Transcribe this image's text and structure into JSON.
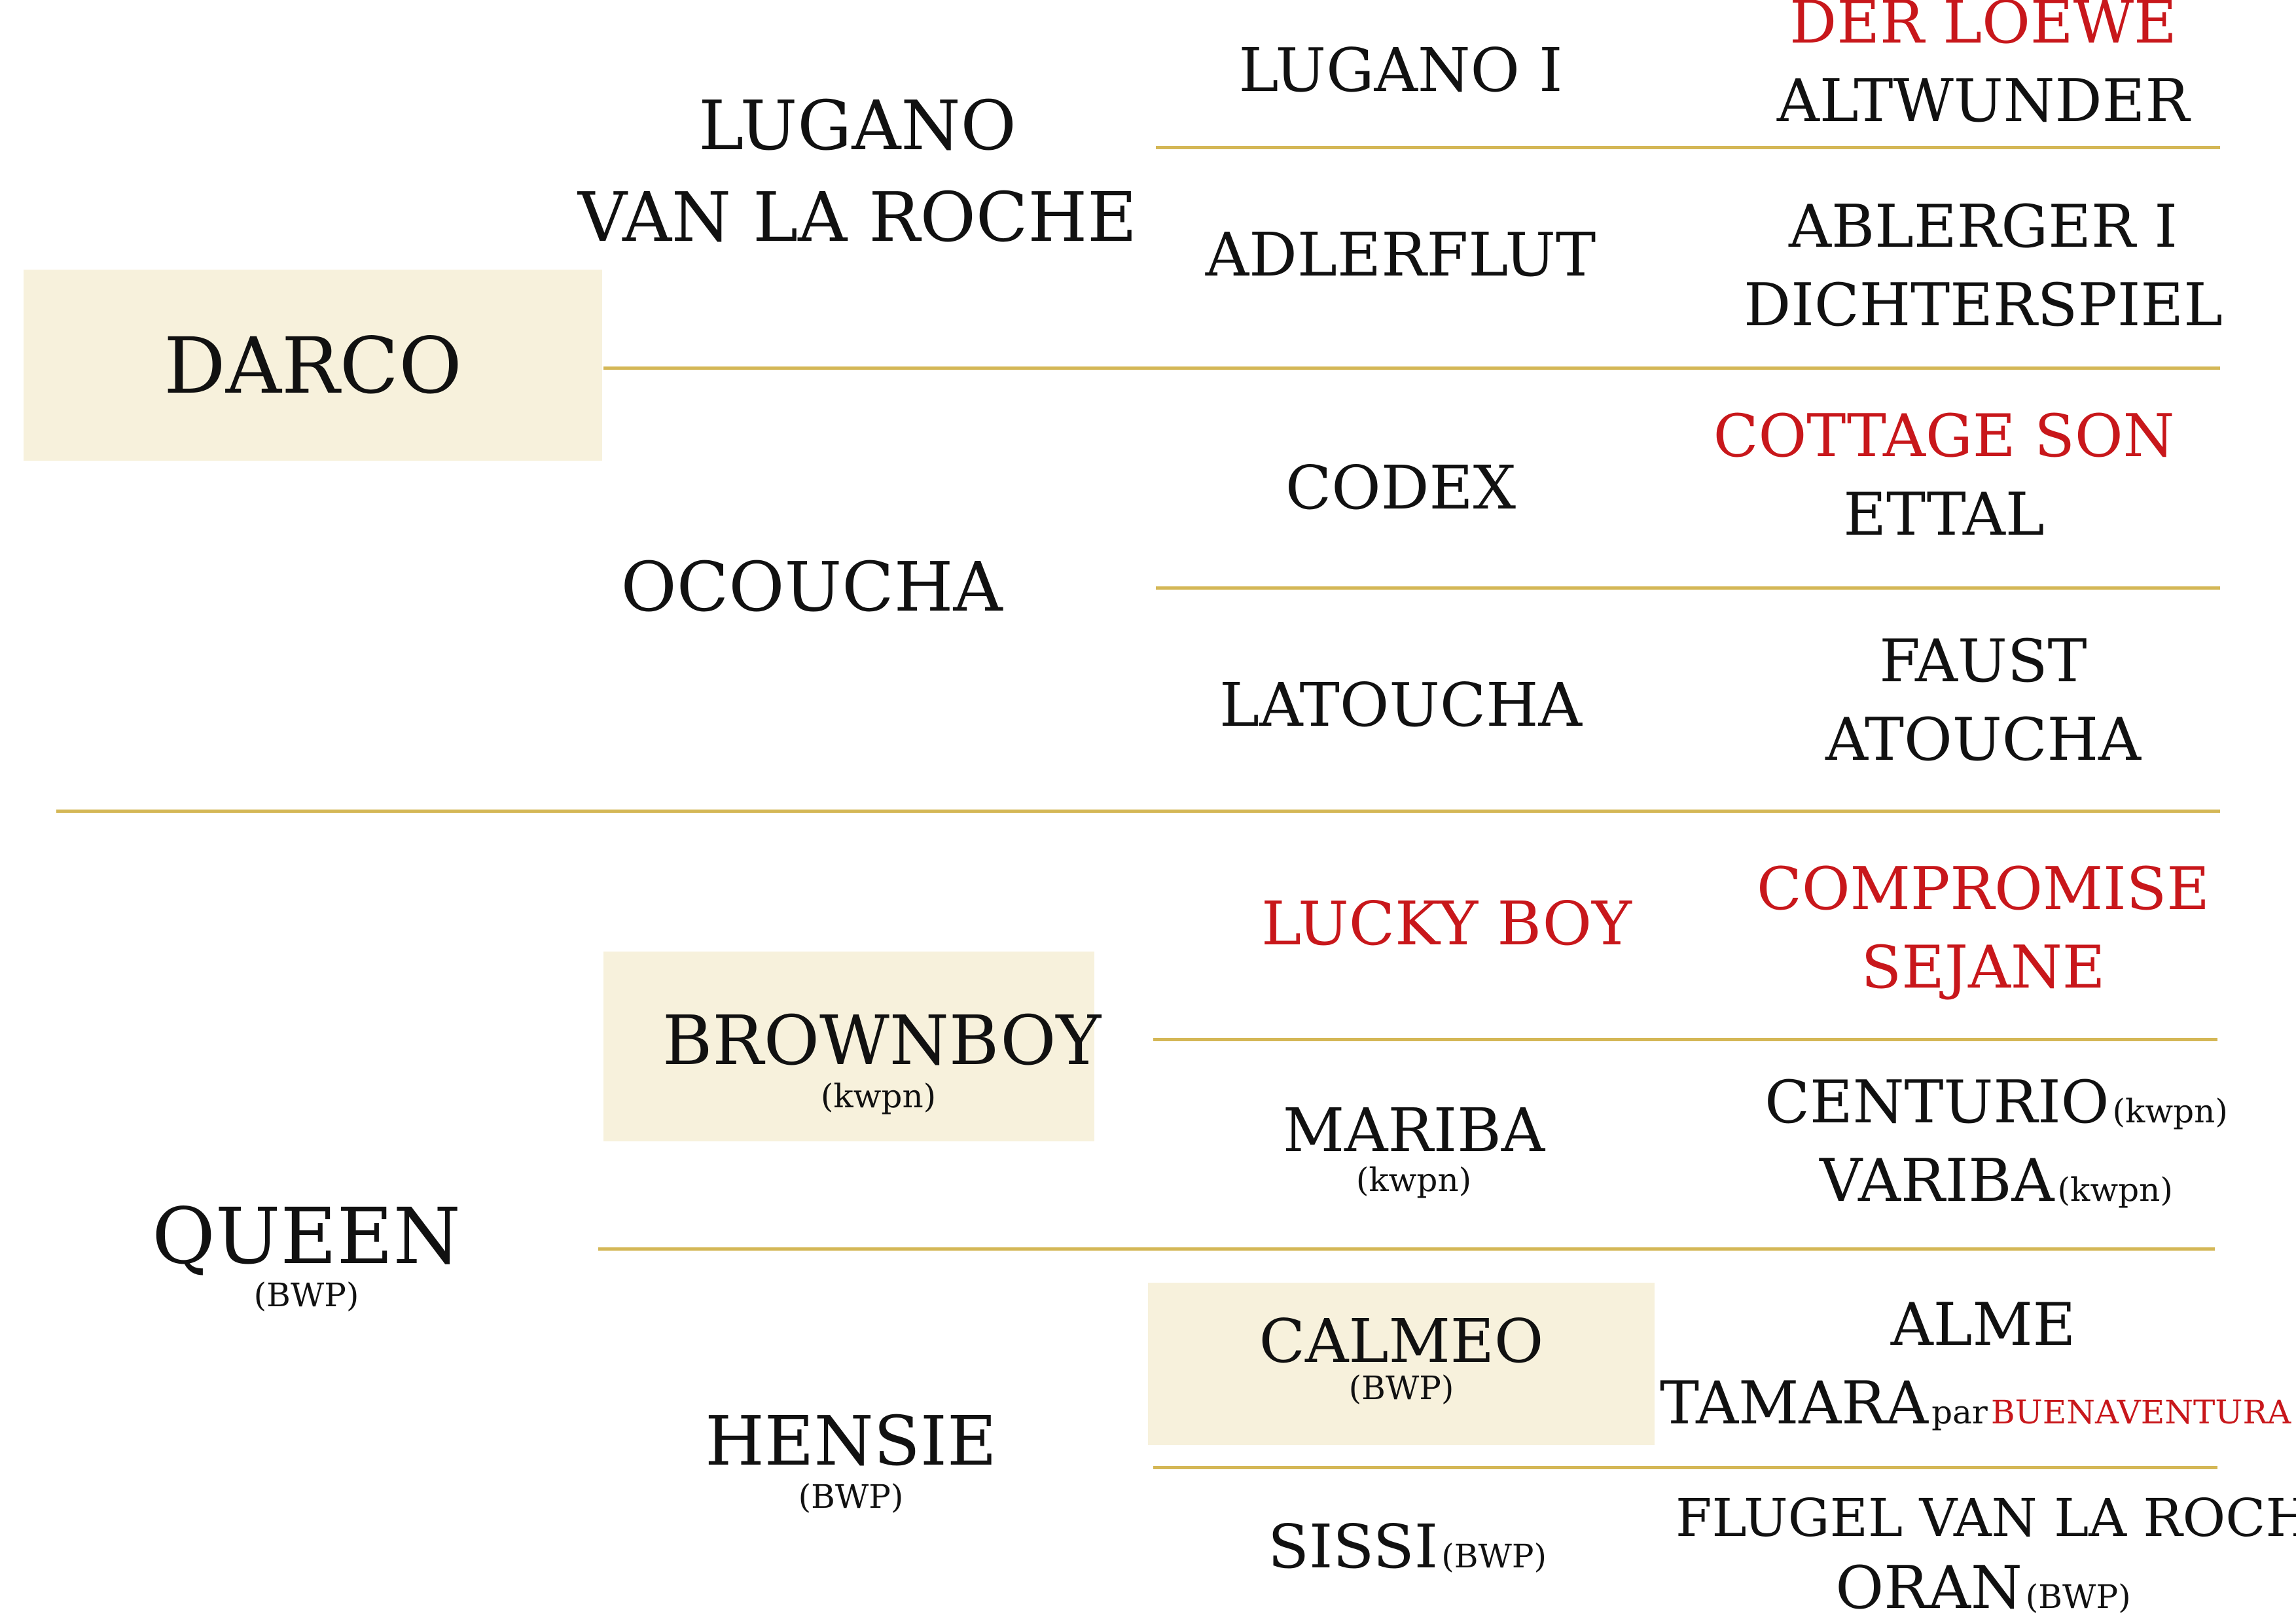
{
  "colors": {
    "highlight_box": "#f7f1dc",
    "divider": "#d4b756",
    "accent_red": "#c8171b",
    "text": "#111111"
  },
  "gen1": {
    "sire": "DARCO",
    "dam": "QUEEN",
    "dam_studbook": "(BWP)"
  },
  "gen2": {
    "ss": "LUGANO",
    "ss_line2": "VAN LA ROCHE",
    "sd": "OCOUCHA",
    "ds": "BROWNBOY",
    "ds_studbook": "(kwpn)",
    "dd": "HENSIE",
    "dd_studbook": "(BWP)"
  },
  "gen3": {
    "sss": "LUGANO I",
    "ssd": "ADLERFLUT",
    "sds": "CODEX",
    "sdd": "LATOUCHA",
    "dss": "LUCKY BOY",
    "dsd": "MARIBA",
    "dsd_studbook": "(kwpn)",
    "dds": "CALMEO",
    "dds_studbook": "(BWP)",
    "ddd": "SISSI",
    "ddd_studbook": "(BWP)"
  },
  "gen4": {
    "ssss": "DER LOEWE",
    "sssd": "ALTWUNDER",
    "ssds": "ABLERGER I",
    "ssdd": "DICHTERSPIEL",
    "sdss": "COTTAGE SON",
    "sdsd": "ETTAL",
    "sdds": "FAUST",
    "sddd": "ATOUCHA",
    "dsss": "COMPROMISE",
    "dssd": "SEJANE",
    "dsds": "CENTURIO",
    "dsds_studbook": "(kwpn)",
    "dsdd": "VARIBA",
    "dsdd_studbook": "(kwpn)",
    "ddss": "ALME",
    "ddsd": "TAMARA",
    "ddsd_par": "par",
    "ddsd_par_name": "BUENAVENTURA",
    "ddds": "FLUGEL VAN LA ROCHE",
    "dddd": "ORAN",
    "dddd_studbook": "(BWP)"
  }
}
